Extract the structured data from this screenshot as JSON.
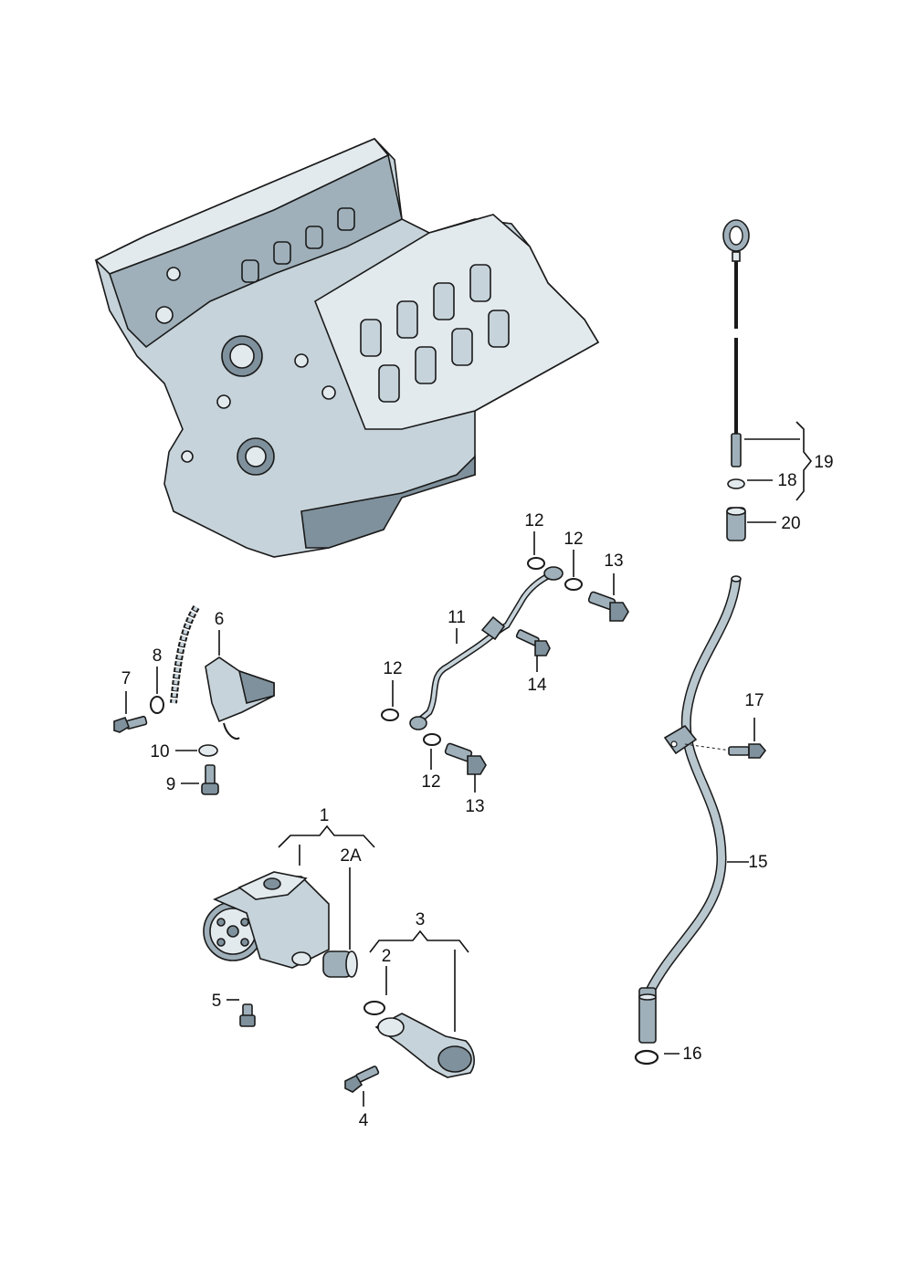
{
  "callouts": {
    "c1": "1",
    "c2a": "2A",
    "c2": "2",
    "c3": "3",
    "c4": "4",
    "c5": "5",
    "c6": "6",
    "c7": "7",
    "c8": "8",
    "c9": "9",
    "c10": "10",
    "c11": "11",
    "c12a": "12",
    "c12b": "12",
    "c12c": "12",
    "c12d": "12",
    "c13a": "13",
    "c13b": "13",
    "c14": "14",
    "c15": "15",
    "c16": "16",
    "c17": "17",
    "c18": "18",
    "c19": "19",
    "c20": "20"
  }
}
